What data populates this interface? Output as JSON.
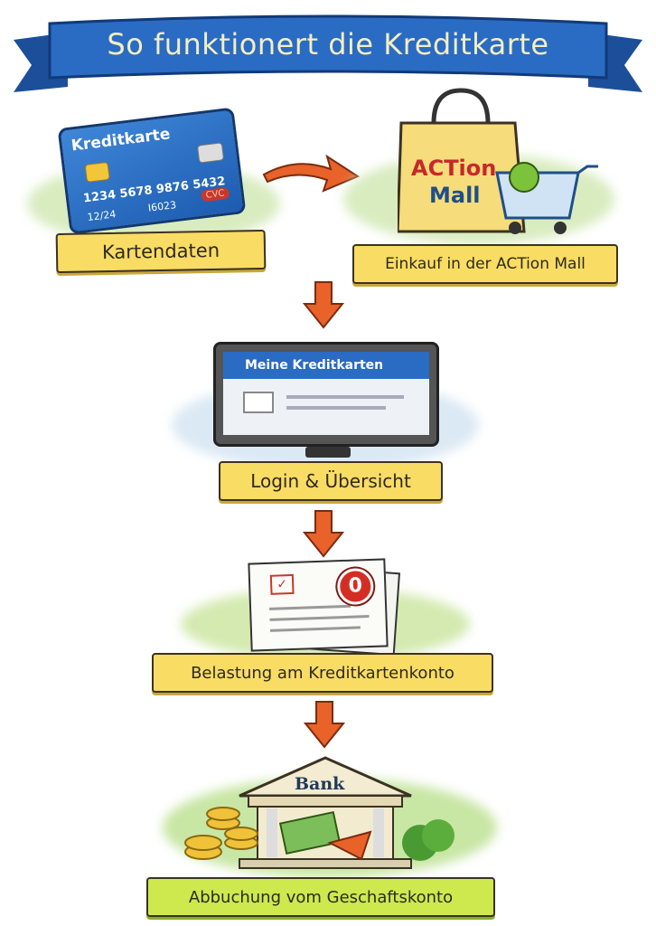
{
  "title": "So funktionert die Kreditkarte",
  "steps": {
    "card": {
      "label": "Kartendaten",
      "card_title": "Kreditkarte",
      "number": "1234 5678 9876 5432",
      "expiry": "12/24",
      "code": "I6023",
      "cvc": "CVC"
    },
    "shop": {
      "label": "Einkauf in der ACTion Mall",
      "logo_line1": "ACTion",
      "logo_line2": "Mall"
    },
    "login": {
      "label": "Login & Übersicht",
      "screen_title": "Meine Kreditkarten"
    },
    "charge": {
      "label": "Belastung am Kreditkartenkonto",
      "badge": "0"
    },
    "debit": {
      "label": "Abbuchung vom Geschaftskonto",
      "bank": "Bank"
    }
  },
  "colors": {
    "banner": "#2a6bc4",
    "label": "#f9dc64",
    "label_green": "#cde94e",
    "arrow": "#e8622a"
  }
}
